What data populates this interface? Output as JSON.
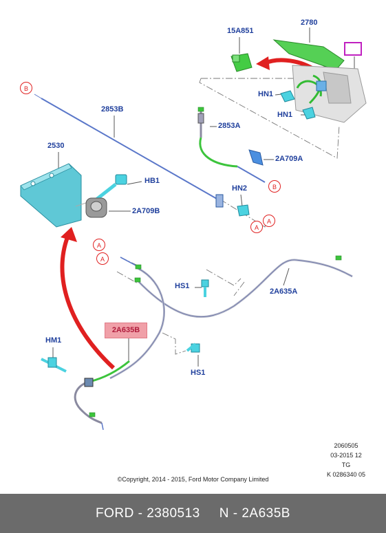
{
  "labels": {
    "p15A851": "15A851",
    "p2780": "2780",
    "pHN1a": "HN1",
    "pHN1b": "HN1",
    "p2853B": "2853B",
    "p2853A": "2853A",
    "p2530": "2530",
    "pHB1": "HB1",
    "p2A709A": "2A709A",
    "pHN2": "HN2",
    "p2A709B": "2A709B",
    "pHS1a": "HS1",
    "p2A635A": "2A635A",
    "p2A635B": "2A635B",
    "pHM1": "HM1",
    "pHS1b": "HS1"
  },
  "refs": {
    "b1": "B",
    "b2": "B",
    "a1": "A",
    "a2": "A",
    "a3": "A",
    "a4": "A"
  },
  "stamp": {
    "line1": "2060505",
    "line2": "03-2015 12",
    "line3": "TG",
    "line4": "K 0286340 05"
  },
  "copyright": "©Copyright, 2014 - 2015, Ford Motor Company Limited",
  "footer": {
    "left": "FORD - 2380513",
    "right": "N - 2A635B"
  },
  "colors": {
    "label": "#1f3f9c",
    "highlight_fill": "#f0a0a8",
    "arrow": "#e02020",
    "cable": "#5a77c9",
    "green": "#3cc43c",
    "footer_bg": "#6b6b6b"
  }
}
